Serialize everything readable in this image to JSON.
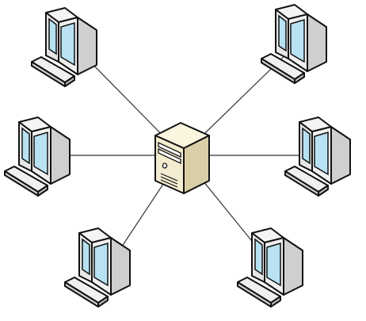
{
  "diagram": {
    "type": "star-network-topology",
    "center": {
      "kind": "server",
      "icon": "server-tower-icon"
    },
    "nodes": [
      {
        "id": "top-left",
        "kind": "workstation",
        "icon": "computer-icon"
      },
      {
        "id": "top-right",
        "kind": "workstation",
        "icon": "computer-icon"
      },
      {
        "id": "middle-left",
        "kind": "workstation",
        "icon": "computer-icon"
      },
      {
        "id": "middle-right",
        "kind": "workstation",
        "icon": "computer-icon"
      },
      {
        "id": "bottom-left",
        "kind": "workstation",
        "icon": "computer-icon"
      },
      {
        "id": "bottom-right",
        "kind": "workstation",
        "icon": "computer-icon"
      }
    ],
    "colors": {
      "server_body": "#f3ecd0",
      "server_side": "#d9cfa6",
      "server_top": "#faf5df",
      "monitor_body": "#eeeeee",
      "monitor_side": "#cfcfcf",
      "screen": "#b8e2f2",
      "keyboard": "#f0f0f0",
      "outline": "#111111",
      "link": "#333333"
    }
  },
  "caption": ""
}
